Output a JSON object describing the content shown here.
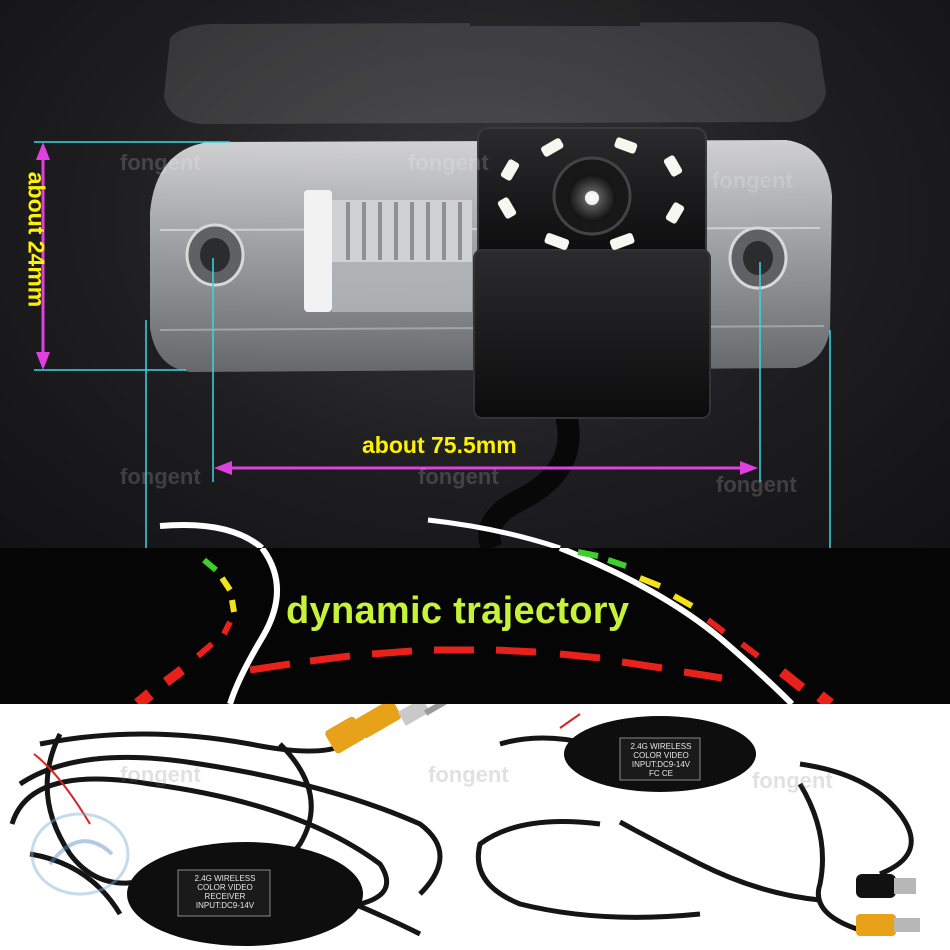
{
  "camera": {
    "width_label": "about 75.5mm",
    "height_label": "about 24mm",
    "accent_color": "#e040e0",
    "label_color": "#fff200"
  },
  "watermark": "fongent",
  "trajectory": {
    "label": "dynamic trajectory",
    "label_color": "#c6f23a",
    "colors": [
      "#3ecf2a",
      "#f2e21a",
      "#e8221a"
    ]
  },
  "receiver": {
    "text": "2.4G WIRELESS\nCOLOR VIDEO\nRECEIVER\nINPUT:DC9-14V"
  },
  "transmitter": {
    "text": "2.4G WIRELESS\nCOLOR VIDEO\nINPUT:DC9-14V\nFC CE"
  }
}
